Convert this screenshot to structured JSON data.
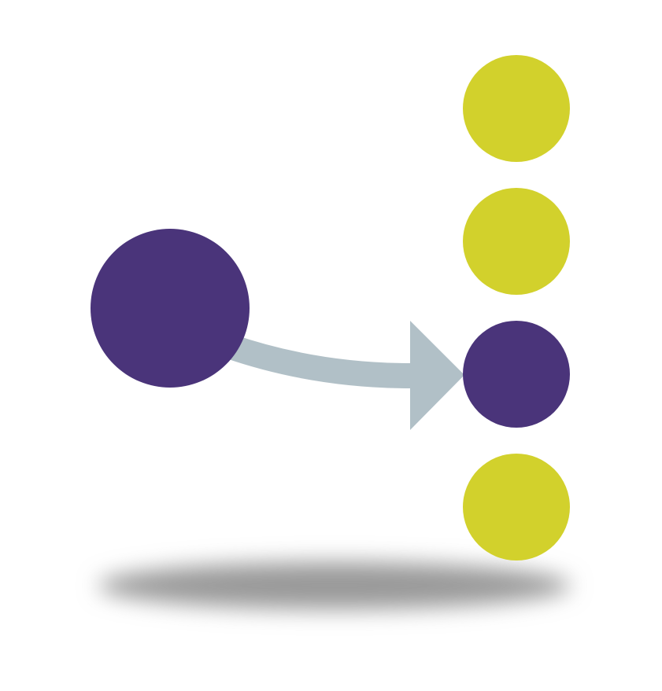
{
  "diagram": {
    "colors": {
      "background": "#ffffff",
      "source": "#4a347a",
      "selected": "#4a347a",
      "option": "#d2d12c",
      "arrow": "#b1c0c7",
      "shadow": "#9a9a9a"
    },
    "source_node": {
      "name": "source-node",
      "color_key": "source"
    },
    "target_nodes": [
      {
        "name": "option-node-1",
        "color_key": "option",
        "selected": false
      },
      {
        "name": "option-node-2",
        "color_key": "option",
        "selected": false
      },
      {
        "name": "option-node-3",
        "color_key": "selected",
        "selected": true
      },
      {
        "name": "option-node-4",
        "color_key": "option",
        "selected": false
      }
    ],
    "connector": {
      "from": "source-node",
      "to": "option-node-3",
      "icon": "arrow-icon"
    }
  }
}
